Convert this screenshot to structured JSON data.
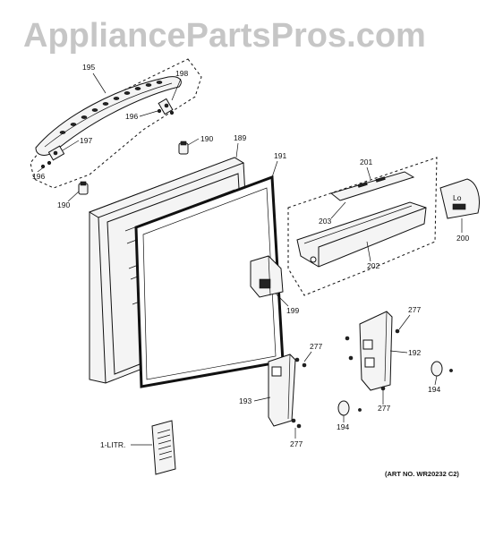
{
  "watermark": "AppliancePartsPros.com",
  "art_number": "(ART NO. WR20232 C2)",
  "callouts": {
    "c195": "195",
    "c198": "198",
    "c196a": "196",
    "c197": "197",
    "c196b": "196",
    "c190a": "190",
    "c190b": "190",
    "c189": "189",
    "c191": "191",
    "c201": "201",
    "c203": "203",
    "c202": "202",
    "c200": "200",
    "c199": "199",
    "c277a": "277",
    "c277b": "277",
    "c192": "192",
    "c193": "193",
    "c194a": "194",
    "c194b": "194",
    "c277c": "277",
    "c277d": "277",
    "c1litr": "1-LITR."
  },
  "label_200": "Lo"
}
